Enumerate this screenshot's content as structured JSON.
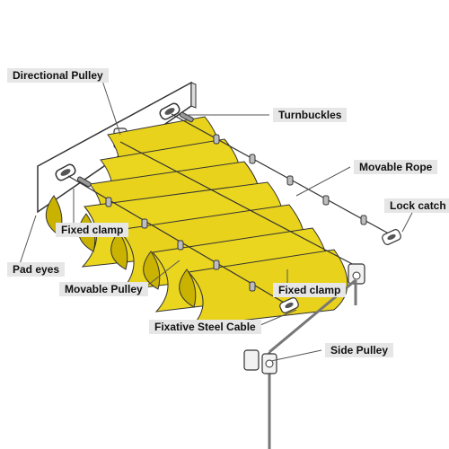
{
  "labels": {
    "directional_pulley": "Directional Pulley",
    "turnbuckles": "Turnbuckles",
    "movable_rope": "Movable Rope",
    "lock_catch": "Lock catch",
    "fixed_clamp_left": "Fixed clamp",
    "pad_eyes": "Pad eyes",
    "movable_pulley": "Movable Pulley",
    "fixed_clamp_right": "Fixed clamp",
    "fixative_steel_cable": "Fixative Steel Cable",
    "side_pulley": "Side Pulley"
  },
  "colors": {
    "fabric": "#e8d21c",
    "fabric_shade": "#c9b200",
    "outline": "#333333",
    "label_bg": "#e6e6e6",
    "leader": "#555555"
  }
}
